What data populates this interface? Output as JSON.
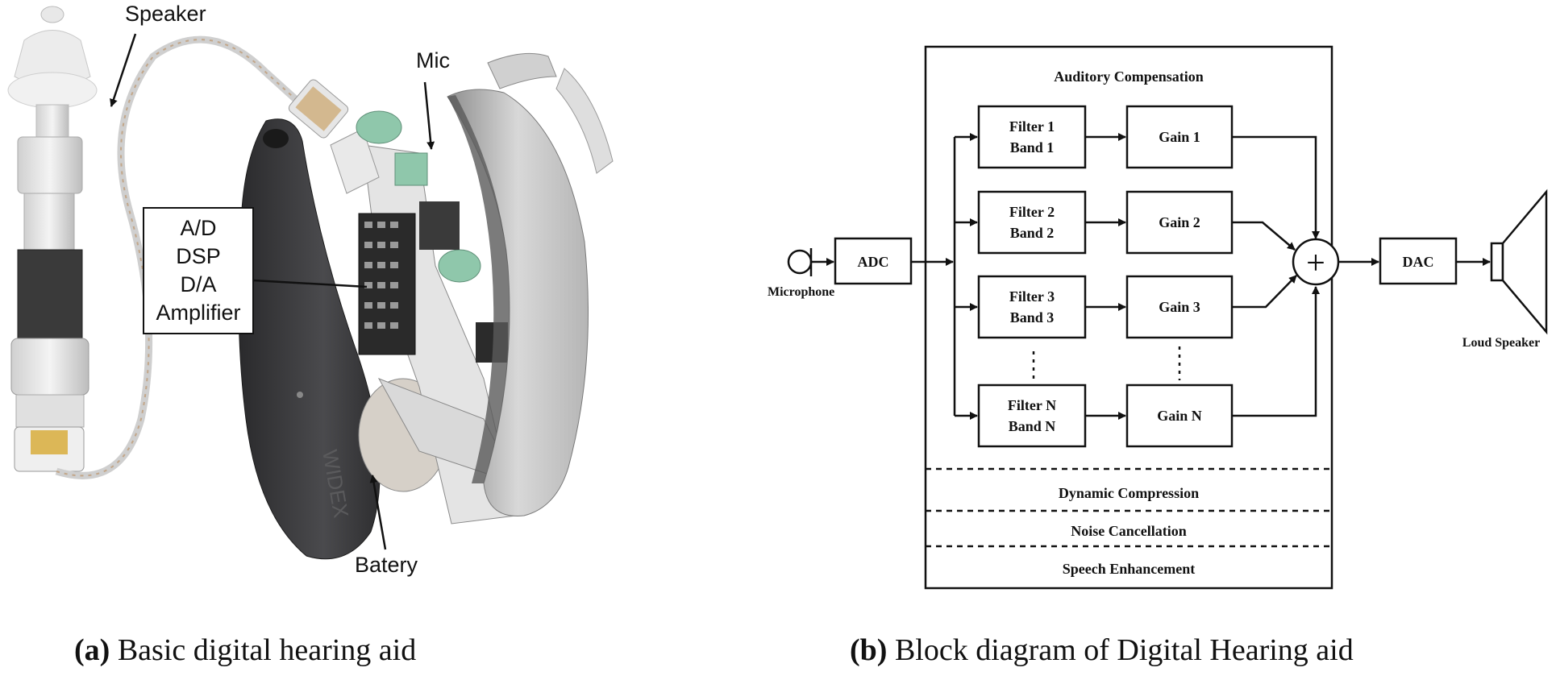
{
  "panel_a": {
    "labels": {
      "speaker": "Speaker",
      "mic": "Mic",
      "battery": "Batery",
      "box_line1": "A/D",
      "box_line2": "DSP",
      "box_line3": "D/A",
      "box_line4": "Amplifier",
      "brand": "WIDEX"
    },
    "caption_tag": "(a)",
    "caption_text": "Basic digital hearing aid"
  },
  "panel_b": {
    "outer_title": "Auditory Compensation",
    "microphone": "Microphone",
    "adc": "ADC",
    "dac": "DAC",
    "loudspeaker": "Loud Speaker",
    "filters": [
      {
        "line1": "Filter 1",
        "line2": "Band 1"
      },
      {
        "line1": "Filter 2",
        "line2": "Band 2"
      },
      {
        "line1": "Filter 3",
        "line2": "Band 3"
      },
      {
        "line1": "Filter N",
        "line2": "Band N"
      }
    ],
    "gains": [
      "Gain 1",
      "Gain 2",
      "Gain 3",
      "Gain N"
    ],
    "sum_symbol": "+",
    "sections": [
      "Dynamic Compression",
      "Noise Cancellation",
      "Speech Enhancement"
    ],
    "caption_tag": "(b)",
    "caption_text": "Block diagram of Digital Hearing aid"
  },
  "colors": {
    "ink": "#111111",
    "dark_shell": "#3b3b3d",
    "light_shell": "#c9c9c9",
    "mint_part": "#8fc7ab"
  }
}
